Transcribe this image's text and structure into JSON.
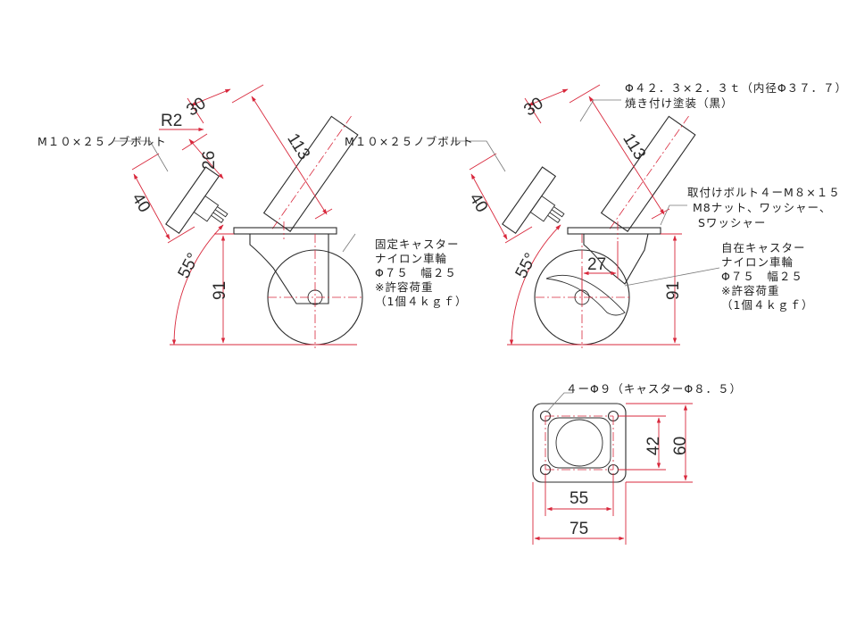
{
  "colors": {
    "outline": "#2b2b2b",
    "dimension": "#d8283c",
    "leader": "#777777"
  },
  "fixed_caster": {
    "bolt_label": "M１０×２５ノブボルト",
    "dim_30": "30",
    "dim_r2": "R2",
    "dim_26": "26",
    "dim_113": "113",
    "dim_40": "40",
    "dim_55deg": "55°",
    "dim_91": "91",
    "spec": [
      "固定キャスター",
      "ナイロン車輪",
      "Φ７５　幅２５",
      "※許容荷重",
      "（1個４ｋｇｆ）"
    ]
  },
  "swivel_caster": {
    "bolt_label": "M１０×２５ノブボルト",
    "pipe_label": "Φ４２．３×２．３ｔ（内径Φ３７．７）",
    "finish_label": "焼き付け塗装（黒）",
    "mount_label": [
      "取付けボルト４ーM８×１５",
      "M8ナット、ワッシャー、",
      "Sワッシャー"
    ],
    "dim_30": "30",
    "dim_113": "113",
    "dim_40": "40",
    "dim_55deg": "55°",
    "dim_27": "27",
    "dim_91": "91",
    "spec": [
      "自在キャスター",
      "ナイロン車輪",
      "Φ７５　幅２５",
      "※許容荷重",
      "（1個４ｋｇｆ）"
    ]
  },
  "plate": {
    "hole_label": "４ーΦ９（キャスターΦ８．５）",
    "dim_42": "42",
    "dim_60": "60",
    "dim_55": "55",
    "dim_75": "75"
  }
}
